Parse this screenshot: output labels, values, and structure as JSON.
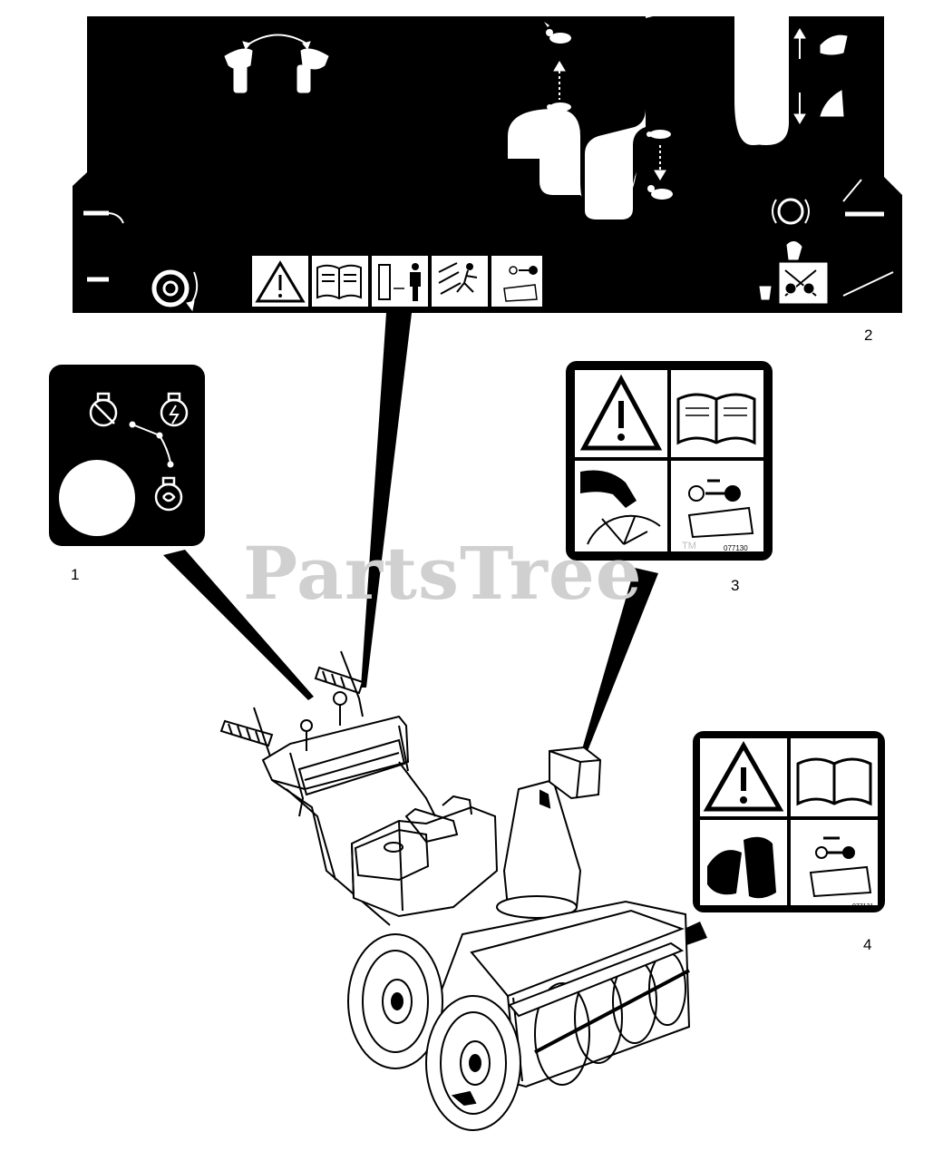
{
  "watermark": {
    "text": "PartsTree",
    "trademark": "TM"
  },
  "callouts": [
    {
      "id": "decal-1",
      "label": "1"
    },
    {
      "id": "decal-2",
      "label": "2"
    },
    {
      "id": "decal-3",
      "label": "3"
    },
    {
      "id": "decal-4",
      "label": "4"
    }
  ],
  "decal_codes": {
    "decal_3": "077130",
    "decal_4": "077131"
  },
  "icons": {
    "decal_1": [
      "choke-off-icon",
      "engine-on-icon",
      "engine-start-icon"
    ],
    "decal_2": [
      "chute-rotate-icon",
      "speed-fast-rabbit-icon",
      "speed-slow-turtle-icon",
      "chute-deflector-up-down-icon",
      "warning-icon",
      "manual-icon",
      "keep-away-icon",
      "thrown-objects-icon",
      "remove-key-icon",
      "auger-engage-icon"
    ],
    "decal_3": [
      "warning-icon",
      "manual-icon",
      "hand-auger-hazard-icon",
      "remove-key-icon"
    ],
    "decal_4": [
      "warning-icon",
      "manual-icon",
      "hand-auger-hazard-icon",
      "remove-key-icon"
    ]
  },
  "colors": {
    "decal": "#000000",
    "line": "#000000",
    "background": "#ffffff",
    "watermark": "#d0d0d0"
  }
}
